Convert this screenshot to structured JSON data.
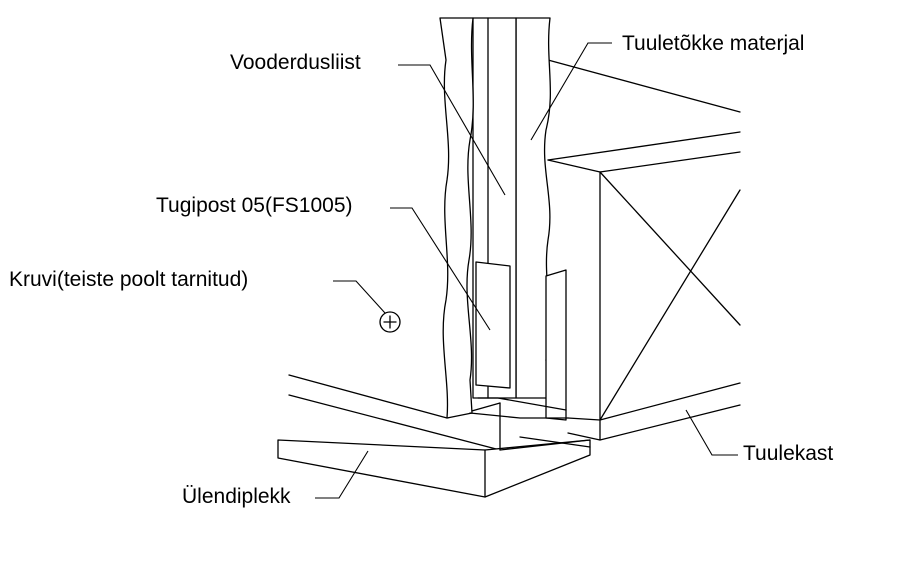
{
  "labels": {
    "vooderdusliist": "Vooderdusliist",
    "tuuletokke": "Tuuletõkke materjal",
    "tugipost": "Tugipost 05(FS1005)",
    "kruvi": "Kruvi(teiste poolt tarnitud)",
    "tuulekast": "Tuulekast",
    "ulendiplekk": "Ülendiplekk"
  },
  "colors": {
    "line": "#000000",
    "background": "#ffffff"
  }
}
